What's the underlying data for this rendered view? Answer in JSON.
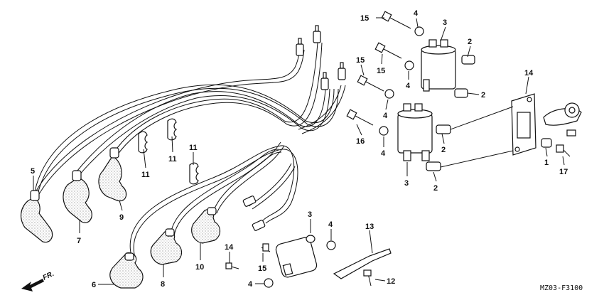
{
  "callouts": [
    {
      "id": "c1",
      "text": "1"
    },
    {
      "id": "c2a",
      "text": "2"
    },
    {
      "id": "c2b",
      "text": "2"
    },
    {
      "id": "c2c",
      "text": "2"
    },
    {
      "id": "c2d",
      "text": "2"
    },
    {
      "id": "c3a",
      "text": "3"
    },
    {
      "id": "c3b",
      "text": "3"
    },
    {
      "id": "c3c",
      "text": "3"
    },
    {
      "id": "c4a",
      "text": "4"
    },
    {
      "id": "c4b",
      "text": "4"
    },
    {
      "id": "c4c",
      "text": "4"
    },
    {
      "id": "c4d",
      "text": "4"
    },
    {
      "id": "c4e",
      "text": "4"
    },
    {
      "id": "c4f",
      "text": "4"
    },
    {
      "id": "c5",
      "text": "5"
    },
    {
      "id": "c6",
      "text": "6"
    },
    {
      "id": "c7",
      "text": "7"
    },
    {
      "id": "c8",
      "text": "8"
    },
    {
      "id": "c9",
      "text": "9"
    },
    {
      "id": "c10",
      "text": "10"
    },
    {
      "id": "c11a",
      "text": "11"
    },
    {
      "id": "c11b",
      "text": "11"
    },
    {
      "id": "c11c",
      "text": "11"
    },
    {
      "id": "c12",
      "text": "12"
    },
    {
      "id": "c13",
      "text": "13"
    },
    {
      "id": "c14a",
      "text": "14"
    },
    {
      "id": "c14b",
      "text": "14"
    },
    {
      "id": "c15a",
      "text": "15"
    },
    {
      "id": "c15b",
      "text": "15"
    },
    {
      "id": "c15c",
      "text": "15"
    },
    {
      "id": "c15d",
      "text": "15"
    },
    {
      "id": "c16",
      "text": "16"
    },
    {
      "id": "c17",
      "text": "17"
    }
  ],
  "diagram_code": "MZ03-F3100",
  "direction_label": "FR."
}
